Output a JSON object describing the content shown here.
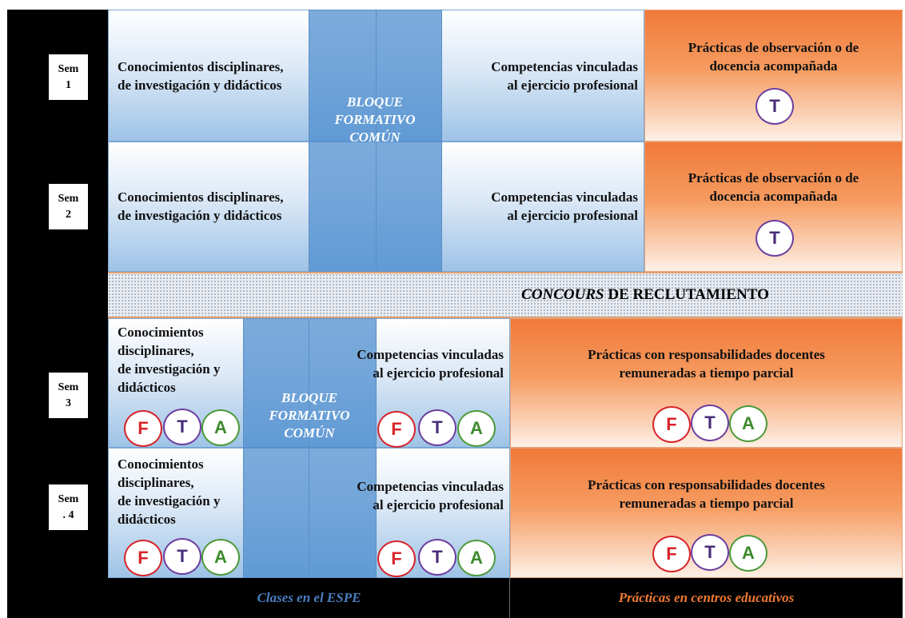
{
  "semesters": [
    {
      "label_line1": "Sem",
      "label_line2": "1"
    },
    {
      "label_line1": "Sem",
      "label_line2": "2"
    },
    {
      "label_line1": "Sem",
      "label_line2": "3"
    },
    {
      "label_line1": "Sem",
      "label_line2": ". 4"
    }
  ],
  "top": {
    "knowledge_line1": "Conocimientos disciplinares,",
    "knowledge_line2": "de investigación y didácticos",
    "competencias_line1": "Competencias vinculadas",
    "competencias_line2": "al ejercicio profesional",
    "practicas_line1": "Prácticas de observación o de",
    "practicas_line2": "docencia acompañada",
    "bloque": [
      "BLOQUE",
      "FORMATIVO",
      "COMÚN"
    ],
    "tutor_badge": "T"
  },
  "banner": {
    "italic": "CONCOURS",
    "rest": " DE RECLUTAMIENTO"
  },
  "bottom": {
    "knowledge_lines": [
      "Conocimientos",
      "disciplinares,",
      "de investigación y",
      "didácticos"
    ],
    "competencias_line1": "Competencias vinculadas",
    "competencias_line2": "al ejercicio profesional",
    "practicas_line1": "Prácticas con responsabilidades docentes",
    "practicas_line2": "remuneradas a tiempo parcial",
    "bloque": [
      "BLOQUE",
      "FORMATIVO",
      "COMÚN"
    ],
    "badges": [
      "F",
      "T",
      "A"
    ]
  },
  "footer": {
    "left": "Clases en el ESPE",
    "right": "Prácticas en centros educativos"
  },
  "colors": {
    "footer_left": "#4a7fc0",
    "footer_right": "#ee7a34",
    "badge_F": "#d8242b",
    "badge_T": "#6d3fa0",
    "badge_A": "#4d9a3a"
  }
}
